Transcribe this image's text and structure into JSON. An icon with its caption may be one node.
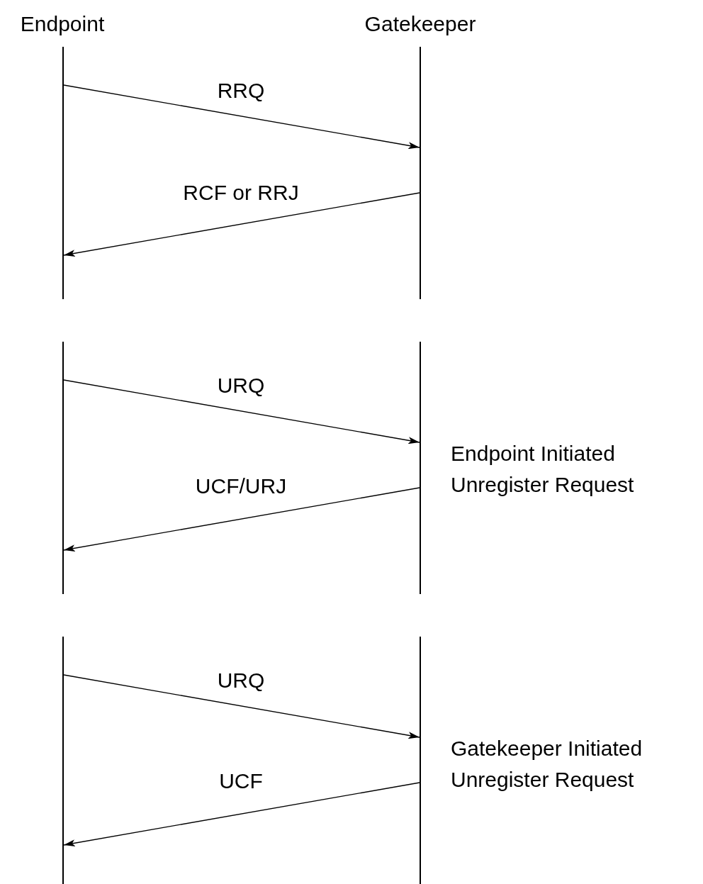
{
  "diagram": {
    "nodes": [
      {
        "text": [],
        "shape": "bar"
      },
      {
        "text": [],
        "shape": "bar"
      },
      {
        "text": [],
        "shape": "bar"
      },
      {
        "text": [],
        "shape": "bar",
        "beside": [
          "Endpoint Initiated Unregister Request"
        ]
      },
      {
        "text": [],
        "shape": "bar"
      },
      {
        "text": [],
        "shape": "bar",
        "beside": [
          "Gatekeeper Initiated Unregister Request"
        ]
      }
    ],
    "edges": [
      {
        "from": 0,
        "to": 1,
        "arrow": "to",
        "label": "RRQ"
      },
      {
        "from": 1,
        "to": 0,
        "arrow": "to",
        "label": "RCF or RRJ"
      },
      {
        "from": 2,
        "to": 3,
        "arrow": "to",
        "label": "URQ"
      },
      {
        "from": 3,
        "to": 2,
        "arrow": "to",
        "label": "UCF/URJ"
      },
      {
        "from": 4,
        "to": 5,
        "arrow": "to",
        "label": "URQ"
      },
      {
        "from": 5,
        "to": 4,
        "arrow": "to",
        "label": "UCF"
      }
    ],
    "labels": [
      "Endpoint",
      "Gatekeeper"
    ]
  }
}
